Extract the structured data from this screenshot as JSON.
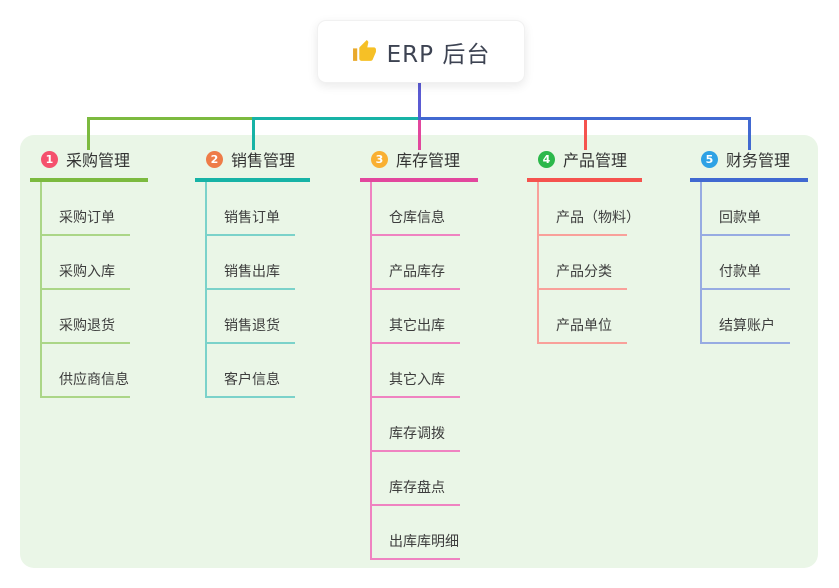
{
  "root": {
    "title": "ERP 后台",
    "icon": "thumbs-up-icon",
    "line_color": "#5b5bd3",
    "card_bg": "#ffffff"
  },
  "canvas": {
    "panel_bg": "#eaf6e7"
  },
  "branches": [
    {
      "num": "1",
      "label": "采购管理",
      "badge_color": "#f5516d",
      "line_color": "#7cba3f",
      "item_line_color": "#abd687",
      "items": [
        "采购订单",
        "采购入库",
        "采购退货",
        "供应商信息"
      ]
    },
    {
      "num": "2",
      "label": "销售管理",
      "badge_color": "#ee7c48",
      "line_color": "#17b3a6",
      "item_line_color": "#7bd2ca",
      "items": [
        "销售订单",
        "销售出库",
        "销售退货",
        "客户信息"
      ]
    },
    {
      "num": "3",
      "label": "库存管理",
      "badge_color": "#f9b032",
      "line_color": "#e2479d",
      "item_line_color": "#ef83c1",
      "items": [
        "仓库信息",
        "产品库存",
        "其它出库",
        "其它入库",
        "库存调拨",
        "库存盘点",
        "出库库明细"
      ]
    },
    {
      "num": "4",
      "label": "产品管理",
      "badge_color": "#2cb84b",
      "line_color": "#f5534e",
      "item_line_color": "#f9a09a",
      "items": [
        "产品（物料）",
        "产品分类",
        "产品单位"
      ]
    },
    {
      "num": "5",
      "label": "财务管理",
      "badge_color": "#2ea2e5",
      "line_color": "#4169d1",
      "item_line_color": "#97abe2",
      "items": [
        "回款单",
        "付款单",
        "结算账户"
      ]
    }
  ]
}
